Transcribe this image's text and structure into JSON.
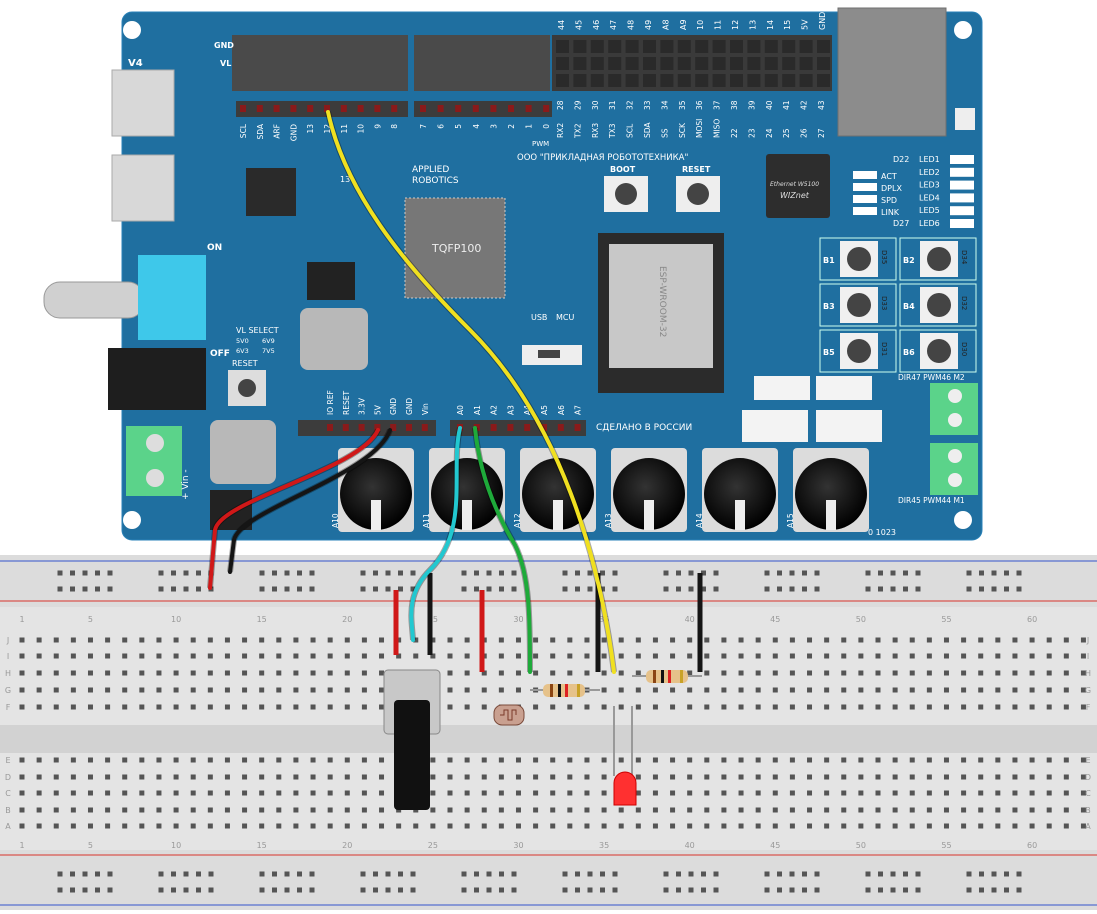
{
  "board": {
    "color": "#1f6fa0",
    "brand": [
      "APPLIED",
      "ROBOTICS"
    ],
    "company": "ООО \"ПРИКЛАДНАЯ РОБОТОТЕХНИКА\"",
    "made_in": "СДЕЛАНО В РОССИИ",
    "mcu_chip": "TQFP100",
    "eth_chip": [
      "WIZnet",
      "Ethernet W5100"
    ],
    "module": "ESP-WROOM-32",
    "header_left_labels": [
      "GND",
      "VL"
    ],
    "top_right_pins": [
      "44",
      "45",
      "46",
      "47",
      "48",
      "49",
      "A8",
      "A9",
      "10",
      "11",
      "12",
      "13",
      "14",
      "15",
      "5V",
      "GND"
    ],
    "digital_pins_a": [
      "SCL",
      "SDA",
      "ARF",
      "GND",
      "13",
      "12",
      "11",
      "10",
      "9",
      "8"
    ],
    "digital_pins_b": [
      "7",
      "6",
      "5",
      "4",
      "3",
      "2",
      "1",
      "0"
    ],
    "comm_pins_top": [
      "28",
      "29",
      "30",
      "31",
      "32",
      "33",
      "34",
      "35",
      "36",
      "37",
      "38",
      "39",
      "40",
      "41",
      "42",
      "43"
    ],
    "comm_pins_bottom": [
      "RX2",
      "TX2",
      "RX3",
      "TX3",
      "SCL",
      "SDA",
      "SS",
      "SCK",
      "MOSI",
      "MISO",
      "22",
      "23",
      "24",
      "25",
      "26",
      "27"
    ],
    "pwm": "PWM",
    "power_pins": [
      "IO REF",
      "RESET",
      "3.3V",
      "5V",
      "GND",
      "GND",
      "Vin"
    ],
    "analog_pins": [
      "A0",
      "A1",
      "A2",
      "A3",
      "A4",
      "A5",
      "A6",
      "A7"
    ],
    "pot_labels": [
      "A10",
      "A11",
      "A12",
      "A13",
      "A14",
      "A15"
    ],
    "buttons": [
      {
        "label": "B1",
        "pin": "D35"
      },
      {
        "label": "B2",
        "pin": "D34"
      },
      {
        "label": "B3",
        "pin": "D33"
      },
      {
        "label": "B4",
        "pin": "D32"
      },
      {
        "label": "B5",
        "pin": "D31"
      },
      {
        "label": "B6",
        "pin": "D30"
      }
    ],
    "eth_leds": [
      "ACT",
      "DPLX",
      "SPD",
      "LINK"
    ],
    "leds": [
      "LED1",
      "LED2",
      "LED3",
      "LED4",
      "LED5",
      "LED6"
    ],
    "led_range": [
      "D22",
      "D27"
    ],
    "boot": "BOOT",
    "reset": "RESET",
    "reset_left": "RESET",
    "usb": "USB",
    "mcu": "MCU",
    "on": "ON",
    "off": "OFF",
    "v4": "V4",
    "vin": "+ Vin -",
    "vl_select": [
      "VL SELECT",
      "5V0",
      "6V9",
      "6V3",
      "7V5"
    ],
    "motor_m2": "DIR47 PWM46 M2",
    "motor_m1": "DIR45 PWM44 M1",
    "pot_range": "0 1023",
    "pin13": "13"
  },
  "breadboard": {
    "column_labels": [
      "1",
      "5",
      "10",
      "15",
      "20",
      "25",
      "30",
      "35",
      "40",
      "45",
      "50",
      "55",
      "60"
    ],
    "rows_top": [
      "J",
      "I",
      "H",
      "G",
      "F"
    ],
    "rows_bottom": [
      "E",
      "D",
      "C",
      "B",
      "A"
    ],
    "rail_red": "#d9342b",
    "rail_blue": "#3355cc"
  },
  "wires": [
    {
      "name": "5v-wire",
      "color": "#d01818"
    },
    {
      "name": "gnd-wire",
      "color": "#151515"
    },
    {
      "name": "a0-wire",
      "color": "#22c8d0"
    },
    {
      "name": "a1-wire",
      "color": "#1eaa3a"
    },
    {
      "name": "pin12-wire",
      "color": "#f0e020"
    }
  ]
}
